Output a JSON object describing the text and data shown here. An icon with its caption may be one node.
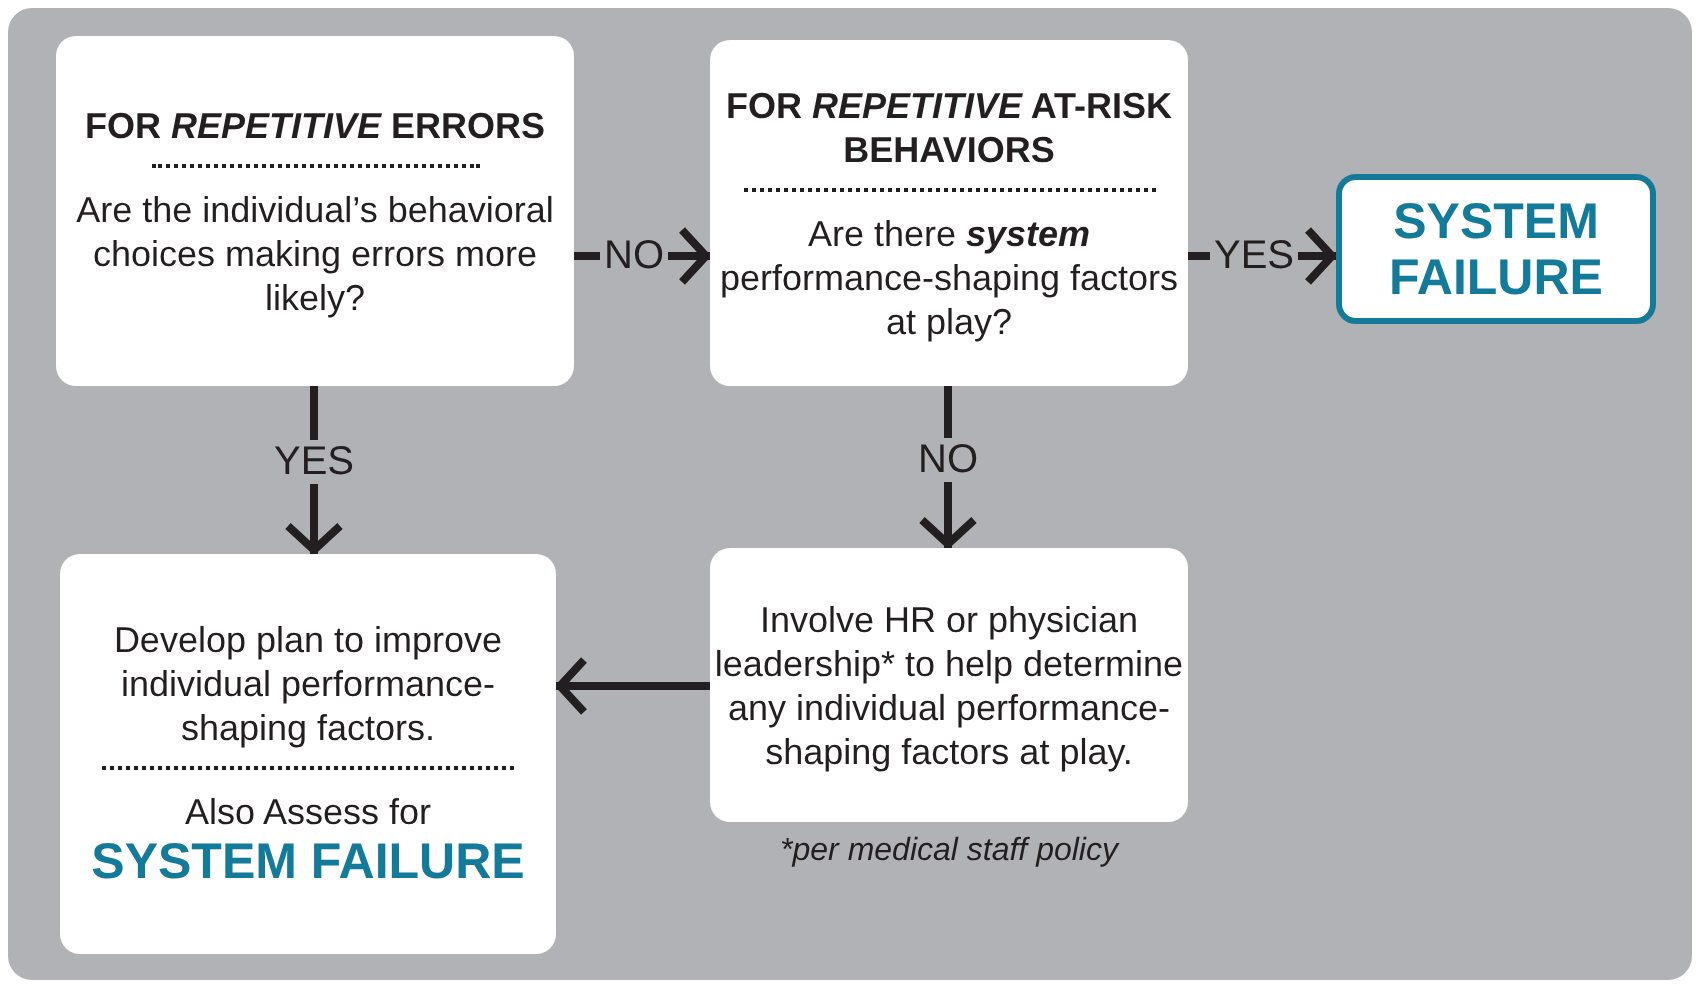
{
  "diagram": {
    "nodes": [
      {
        "text": [
          "FOR *REPETITIVE* ERRORS",
          "Are the individual’s behavioral choices making errors more likely?"
        ]
      },
      {
        "text": [
          "FOR *REPETITIVE* AT-RISK BEHAVIORS",
          "Are there **system** performance-shaping factors at play?"
        ]
      },
      {
        "text": [
          "SYSTEM FAILURE"
        ]
      },
      {
        "text": [
          "Develop plan to improve individual performance-shaping factors.",
          "Also Assess for",
          "SYSTEM FAILURE"
        ]
      },
      {
        "text": [
          "Involve HR or physician leadership* to help determine any individual performance-shaping factors at play."
        ],
        "beside": [
          "*per medical staff policy"
        ]
      }
    ],
    "edges": [
      {
        "from": 0,
        "to": 1,
        "arrow": "to",
        "label": "NO"
      },
      {
        "from": 1,
        "to": 2,
        "arrow": "to",
        "label": "YES"
      },
      {
        "from": 0,
        "to": 3,
        "arrow": "to",
        "label": "YES"
      },
      {
        "from": 1,
        "to": 4,
        "arrow": "to",
        "label": "NO"
      },
      {
        "from": 4,
        "to": 3,
        "arrow": "to"
      }
    ]
  }
}
